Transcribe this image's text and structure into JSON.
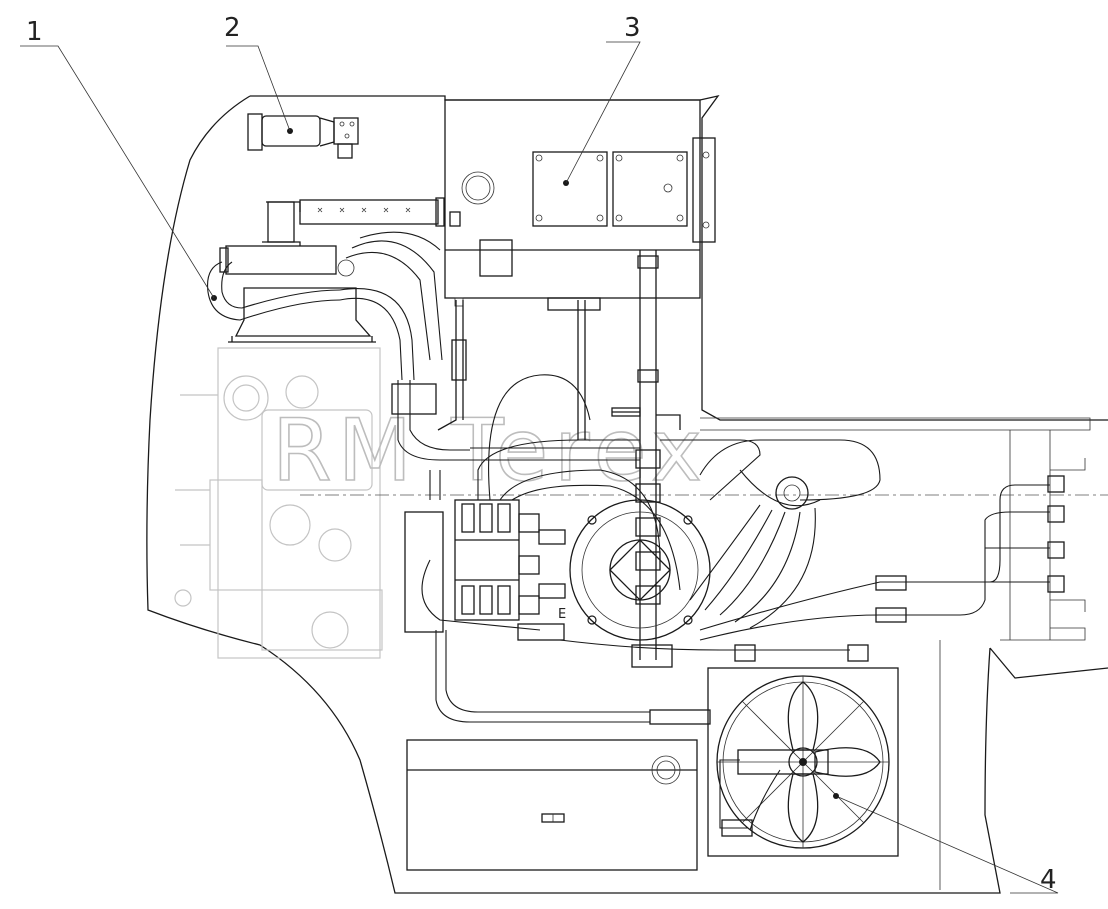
{
  "callouts": [
    {
      "num": "1",
      "part": "hose-filter-assembly"
    },
    {
      "num": "2",
      "part": "filter"
    },
    {
      "num": "3",
      "part": "hydraulic-tank"
    },
    {
      "num": "4",
      "part": "oil-cooler-fan"
    }
  ],
  "marker_label": "E",
  "watermark": "RM Terex"
}
